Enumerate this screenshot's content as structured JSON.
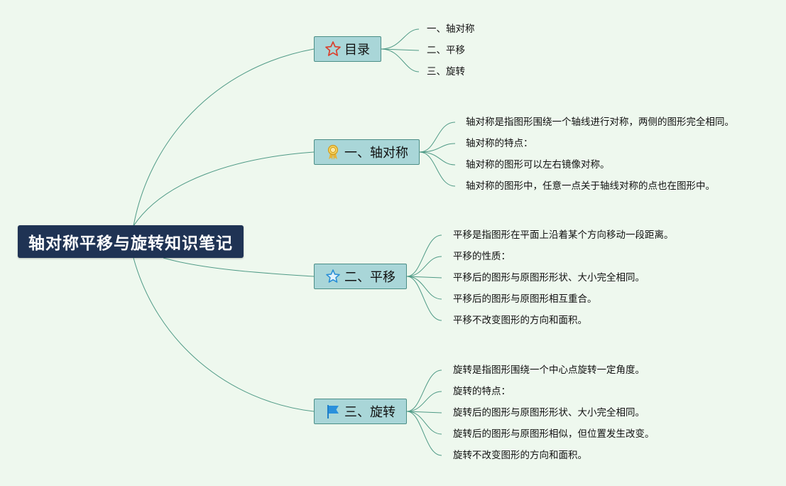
{
  "root": {
    "title": "轴对称平移与旋转知识笔记"
  },
  "colors": {
    "background": "#eef8ee",
    "root_fill": "#1f3354",
    "branch_fill": "#a9d6d8",
    "branch_border": "#4b8e86",
    "connector": "#4f9a86"
  },
  "branches": [
    {
      "title": "目录",
      "icon": "star-outline-icon",
      "items": [
        "一、轴对称",
        "二、平移",
        "三、旋转"
      ]
    },
    {
      "title": "一、轴对称",
      "icon": "award-ribbon-icon",
      "items": [
        "轴对称是指图形围绕一个轴线进行对称，两侧的图形完全相同。",
        "轴对称的特点：",
        "轴对称的图形可以左右镜像对称。",
        "轴对称的图形中，任意一点关于轴线对称的点也在图形中。"
      ]
    },
    {
      "title": "二、平移",
      "icon": "star-outline-icon",
      "items": [
        "平移是指图形在平面上沿着某个方向移动一段距离。",
        "平移的性质：",
        "平移后的图形与原图形形状、大小完全相同。",
        "平移后的图形与原图形相互重合。",
        "平移不改变图形的方向和面积。"
      ]
    },
    {
      "title": "三、旋转",
      "icon": "flag-icon",
      "items": [
        "旋转是指图形围绕一个中心点旋转一定角度。",
        "旋转的特点：",
        "旋转后的图形与原图形形状、大小完全相同。",
        "旋转后的图形与原图形相似，但位置发生改变。",
        "旋转不改变图形的方向和面积。"
      ]
    }
  ]
}
